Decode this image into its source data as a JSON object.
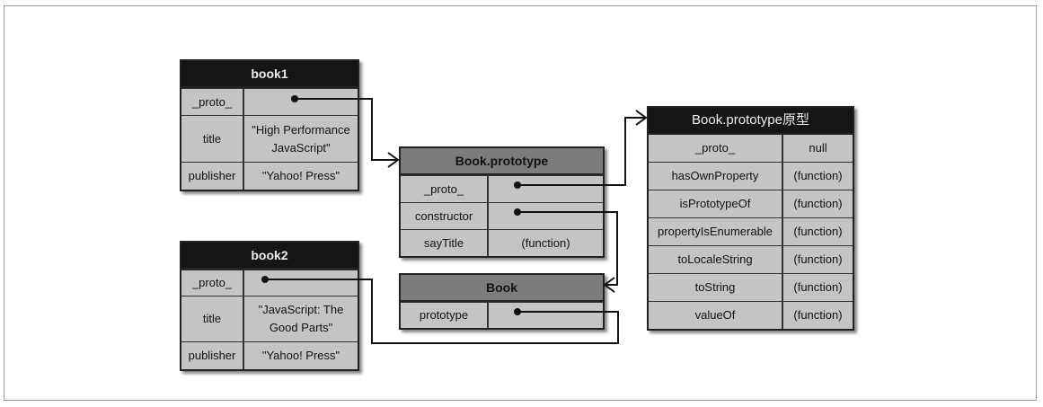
{
  "book1": {
    "title": "book1",
    "rows": [
      {
        "key": "_proto_",
        "value": ""
      },
      {
        "key": "title",
        "value": "\"High Performance JavaScript\""
      },
      {
        "key": "publisher",
        "value": "\"Yahoo! Press\""
      }
    ]
  },
  "book2": {
    "title": "book2",
    "rows": [
      {
        "key": "_proto_",
        "value": ""
      },
      {
        "key": "title",
        "value": "\"JavaScript: The Good Parts\""
      },
      {
        "key": "publisher",
        "value": "\"Yahoo! Press\""
      }
    ]
  },
  "book_prototype": {
    "title": "Book.prototype",
    "rows": [
      {
        "key": "_proto_",
        "value": ""
      },
      {
        "key": "constructor",
        "value": ""
      },
      {
        "key": "sayTitle",
        "value": "(function)"
      }
    ]
  },
  "book": {
    "title": "Book",
    "rows": [
      {
        "key": "prototype",
        "value": ""
      }
    ]
  },
  "object_prototype": {
    "title": "Book.prototype原型",
    "rows": [
      {
        "key": "_proto_",
        "value": "null"
      },
      {
        "key": "hasOwnProperty",
        "value": "(function)"
      },
      {
        "key": "isPrototypeOf",
        "value": "(function)"
      },
      {
        "key": "propertyIsEnumerable",
        "value": "(function)"
      },
      {
        "key": "toLocaleString",
        "value": "(function)"
      },
      {
        "key": "toString",
        "value": "(function)"
      },
      {
        "key": "valueOf",
        "value": "(function)"
      }
    ]
  }
}
